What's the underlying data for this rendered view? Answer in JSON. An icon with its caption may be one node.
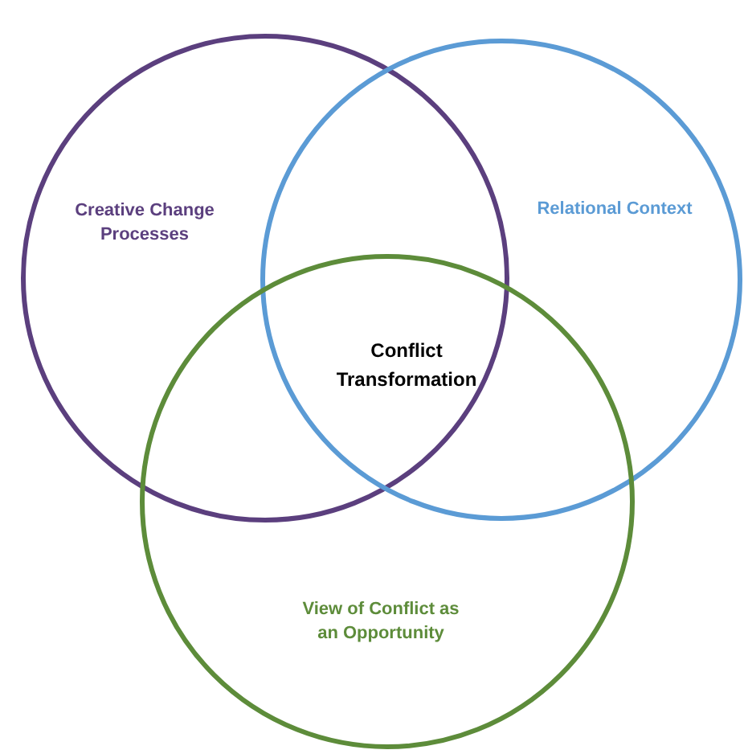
{
  "diagram": {
    "nodes": [
      {
        "text": [
          "Creative Change Processes"
        ]
      },
      {
        "text": [
          "Relational Context"
        ]
      },
      {
        "text": [
          "View of Conflict as an Opportunity"
        ]
      }
    ],
    "labels": [
      "Conflict Transformation"
    ]
  }
}
